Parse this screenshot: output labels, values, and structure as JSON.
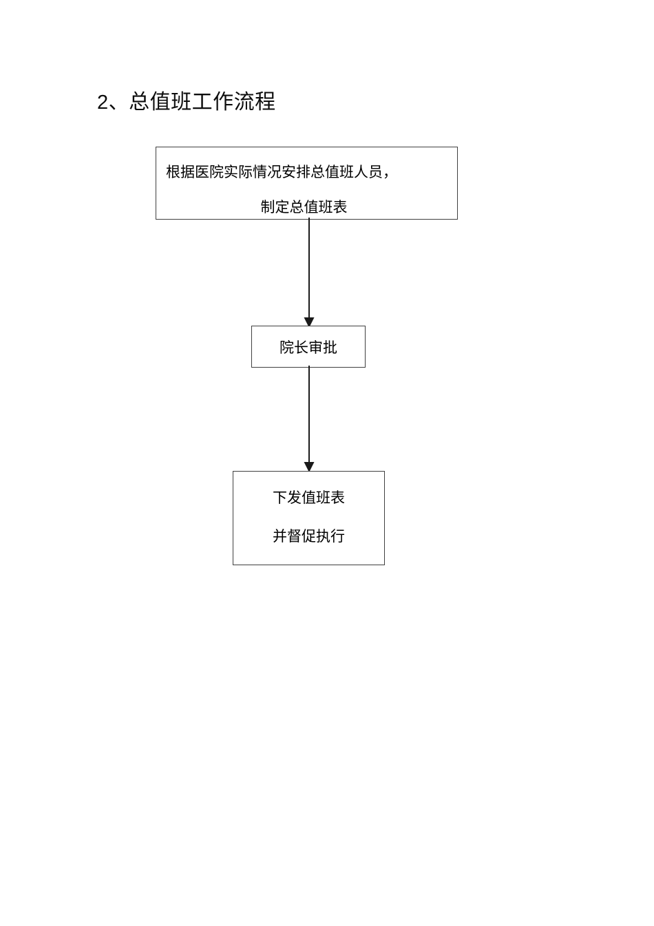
{
  "document": {
    "background_color": "#ffffff",
    "text_color": "#000000",
    "border_color": "#3f3f3f",
    "arrow_color": "#1a1a1a"
  },
  "heading": {
    "number": "2、",
    "text": "总值班工作流程",
    "full": "2、总值班工作流程"
  },
  "flowchart": {
    "title": "总值班工作流程",
    "orientation": "top-to-bottom",
    "nodes": [
      {
        "id": "prepare",
        "shape": "rectangle",
        "lines": [
          "根据医院实际情况安排总值班人员，",
          "制定总值班表"
        ]
      },
      {
        "id": "approve",
        "shape": "rectangle",
        "lines": [
          "院长审批"
        ]
      },
      {
        "id": "distribute",
        "shape": "rectangle",
        "lines": [
          "下发值班表",
          "并督促执行"
        ]
      }
    ],
    "edges": [
      {
        "id": "edge-1",
        "from": "prepare",
        "to": "approve",
        "label": "",
        "arrowhead": "solid-triangle"
      },
      {
        "id": "edge-2",
        "from": "approve",
        "to": "distribute",
        "label": "",
        "arrowhead": "solid-triangle"
      }
    ]
  }
}
